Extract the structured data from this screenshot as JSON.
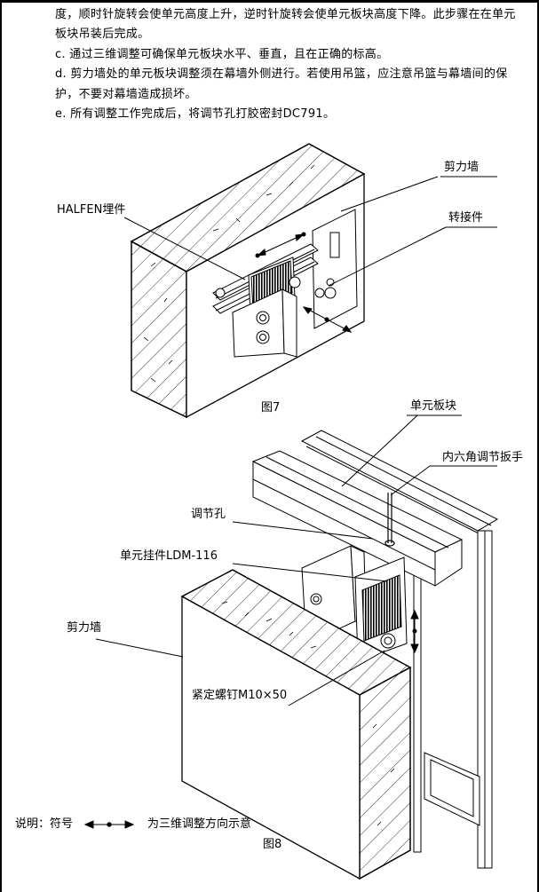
{
  "paragraphs": [
    "度，顺时针旋转会使单元高度上升，逆时针旋转会使单元板块高度下降。此步骤在在单元",
    "板块吊装后完成。",
    "c. 通过三维调整可确保单元板块水平、垂直，且在正确的标高。",
    "d. 剪力墙处的单元板块调整须在幕墙外侧进行。若使用吊篮，应注意吊篮与幕墙间的保",
    "护，不要对幕墙造成损坏。",
    "e. 所有调整工作完成后，将调节孔打胶密封DC791。"
  ],
  "figure7": {
    "caption": "图7",
    "labels": {
      "shear_wall": "剪力墙",
      "halfen": "HALFEN埋件",
      "adapter": "转接件"
    }
  },
  "figure8": {
    "caption": "图8",
    "labels": {
      "unit_panel": "单元板块",
      "hex_wrench": "内六角调节扳手",
      "adjust_hole": "调节孔",
      "unit_hanger": "单元挂件LDM-116",
      "shear_wall": "剪力墙",
      "set_screw": "紧定螺钉M10×50"
    }
  },
  "legend": {
    "prefix": "说明：符号",
    "description": "为三维调整方向示意"
  }
}
